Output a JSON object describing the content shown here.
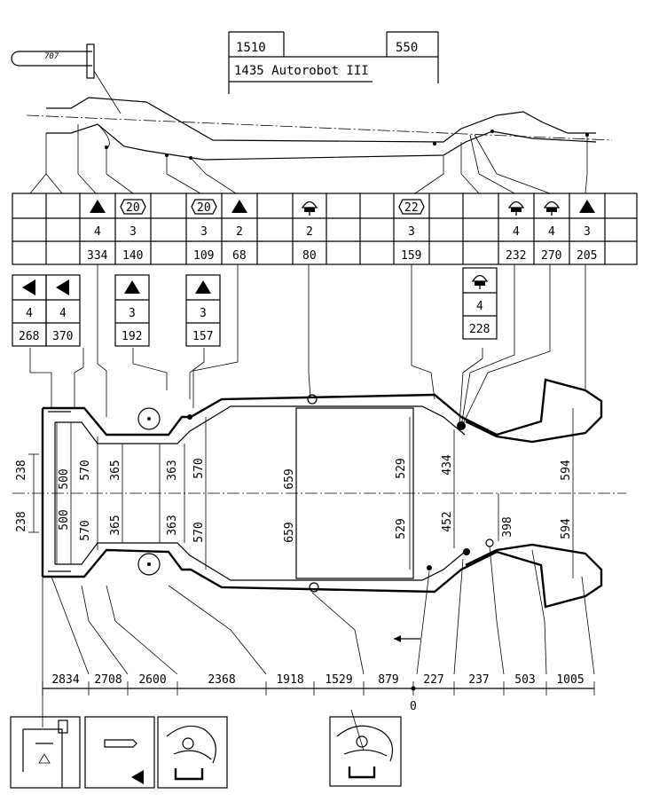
{
  "header": {
    "box1": "1510",
    "box2": "550",
    "box3": "1435 Autorobot III",
    "tool_label": "707"
  },
  "table": {
    "counts": [
      "",
      "",
      "4",
      "3",
      "",
      "3",
      "2",
      "",
      "2",
      "",
      "",
      "3",
      "",
      "4",
      "4",
      "3"
    ],
    "values": [
      "",
      "",
      "334",
      "140",
      "",
      "109",
      "68",
      "",
      "80",
      "",
      "",
      "159",
      "",
      "232",
      "270",
      "205"
    ],
    "icons": [
      "",
      "",
      "triangle-icon",
      "hex20-icon",
      "",
      "hex20-icon",
      "triangle-icon",
      "",
      "mushroom-icon",
      "",
      "",
      "hex22-icon",
      "",
      "mushroom-icon",
      "mushroom-icon",
      "triangle-icon"
    ],
    "badge_20": "20",
    "badge_22": "22"
  },
  "sub_boxes": [
    {
      "icon": "triangle-left-icon",
      "count": "4",
      "value": "268"
    },
    {
      "icon": "triangle-left-icon",
      "count": "4",
      "value": "370"
    },
    {
      "icon": "triangle-icon",
      "count": "3",
      "value": "192"
    },
    {
      "icon": "triangle-icon",
      "count": "3",
      "value": "157"
    },
    {
      "icon": "mushroom-icon",
      "count": "4",
      "value": "228"
    }
  ],
  "dims": {
    "d238a": "238",
    "d238b": "238",
    "d500a": "500",
    "d500b": "500",
    "d570a": "570",
    "d570b": "570",
    "d365a": "365",
    "d365b": "365",
    "d363a": "363",
    "d363b": "363",
    "d570c": "570",
    "d570d": "570",
    "d659a": "659",
    "d659b": "659",
    "d529a": "529",
    "d529b": "529",
    "d434": "434",
    "d452": "452",
    "d398": "398",
    "d594a": "594",
    "d594b": "594"
  },
  "scale": [
    "2834",
    "2708",
    "2600",
    "2368",
    "1918",
    "1529",
    "879",
    "227",
    "237",
    "503",
    "1005"
  ],
  "scale_zero": "0"
}
